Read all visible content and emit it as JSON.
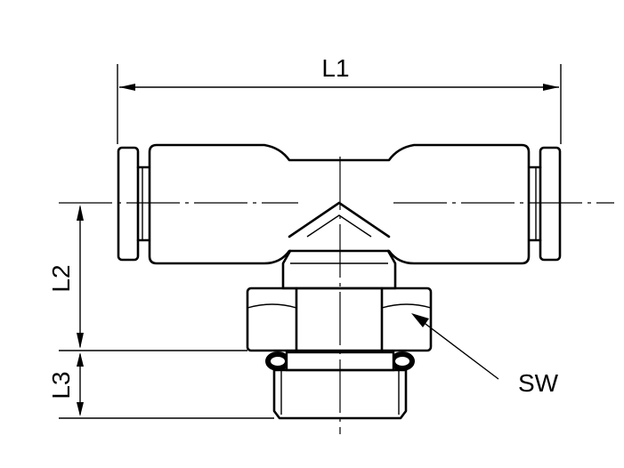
{
  "labels": {
    "l1": "L1",
    "l2": "L2",
    "l3": "L3",
    "sw": "SW"
  },
  "colors": {
    "line": "#000000",
    "background": "#ffffff"
  }
}
